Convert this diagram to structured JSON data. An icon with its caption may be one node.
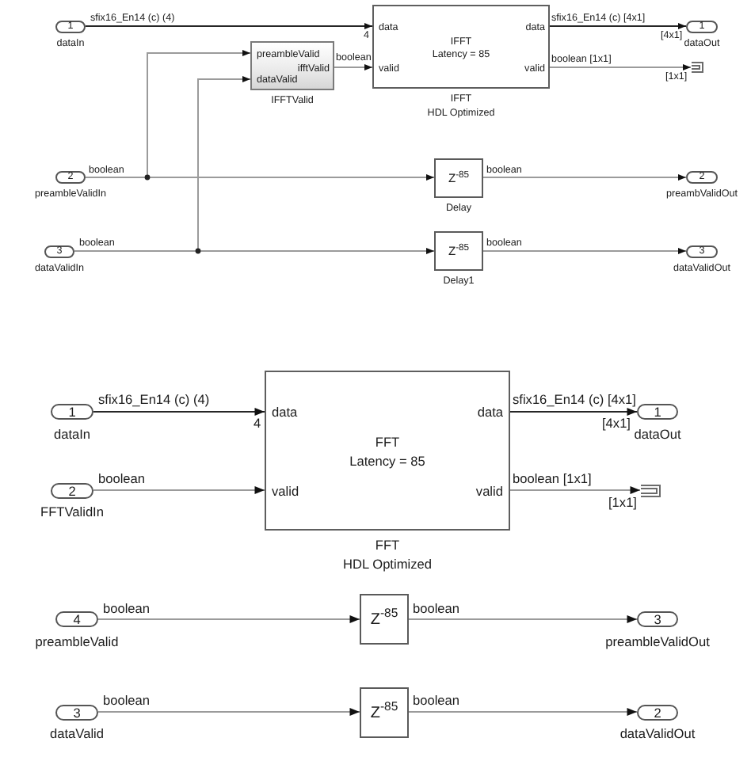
{
  "diagram": {
    "nodes": [
      {
        "text": [
          "1"
        ],
        "beside": [
          "dataIn"
        ]
      },
      {
        "text": [
          "2"
        ],
        "beside": [
          "preambleValidIn"
        ]
      },
      {
        "text": [
          "3"
        ],
        "beside": [
          "dataValidIn"
        ]
      },
      {
        "text": [
          "preambleValid",
          "dataValid",
          "ifftValid"
        ],
        "beside": [
          "IFFTValid"
        ]
      },
      {
        "text": [
          "data",
          "valid",
          "IFFT",
          "Latency = 85",
          "data",
          "valid"
        ],
        "beside": [
          "IFFT",
          "HDL Optimized"
        ]
      },
      {
        "text": [
          "Z$^{-85}$"
        ],
        "beside": [
          "Delay"
        ]
      },
      {
        "text": [
          "Z$^{-85}$"
        ],
        "beside": [
          "Delay1"
        ]
      },
      {
        "text": [
          "1"
        ],
        "beside": [
          "dataOut"
        ]
      },
      {
        "text": [],
        "shape": "bracket"
      },
      {
        "text": [
          "2"
        ],
        "beside": [
          "preambValidOut"
        ]
      },
      {
        "text": [
          "3"
        ],
        "beside": [
          "dataValidOut"
        ]
      },
      {
        "text": [
          "1"
        ],
        "beside": [
          "dataIn"
        ]
      },
      {
        "text": [
          "2"
        ],
        "beside": [
          "FFTValidIn"
        ]
      },
      {
        "text": [
          "data",
          "valid",
          "FFT",
          "Latency = 85",
          "data",
          "valid"
        ],
        "beside": [
          "FFT",
          "HDL Optimized"
        ]
      },
      {
        "text": [
          "1"
        ],
        "beside": [
          "dataOut"
        ]
      },
      {
        "text": [],
        "shape": "bracket"
      },
      {
        "text": [
          "4"
        ],
        "beside": [
          "preambleValid"
        ]
      },
      {
        "text": [
          "Z$^{-85}$"
        ]
      },
      {
        "text": [
          "3"
        ],
        "beside": [
          "preambleValidOut"
        ]
      },
      {
        "text": [
          "3"
        ],
        "beside": [
          "dataValid"
        ]
      },
      {
        "text": [
          "Z$^{-85}$"
        ]
      },
      {
        "text": [
          "2"
        ],
        "beside": [
          "dataValidOut"
        ]
      }
    ],
    "edges": [
      {
        "from": 0,
        "to": 4,
        "arrow": "to",
        "label": "sfix16_En14 (c) (4)",
        "color": "#262626"
      },
      {
        "from": 1,
        "to": 3,
        "arrow": "to"
      },
      {
        "from": 2,
        "to": 3,
        "arrow": "to"
      },
      {
        "from": 3,
        "to": 4,
        "arrow": "to",
        "label": "boolean"
      },
      {
        "from": 1,
        "to": 5,
        "arrow": "to",
        "label": "boolean"
      },
      {
        "from": 2,
        "to": 6,
        "arrow": "to",
        "label": "boolean"
      },
      {
        "from": 4,
        "to": 7,
        "arrow": "to",
        "label": "sfix16_En14 (c) [4x1]",
        "color": "#262626"
      },
      {
        "from": 4,
        "to": 8,
        "arrow": "to",
        "label": "boolean [1x1]"
      },
      {
        "from": 5,
        "to": 9,
        "arrow": "to",
        "label": "boolean"
      },
      {
        "from": 6,
        "to": 10,
        "arrow": "to",
        "label": "boolean"
      },
      {
        "from": 11,
        "to": 13,
        "arrow": "to",
        "label": "sfix16_En14 (c) (4)",
        "color": "#262626"
      },
      {
        "from": 12,
        "to": 13,
        "arrow": "to",
        "label": "boolean"
      },
      {
        "from": 13,
        "to": 14,
        "arrow": "to",
        "label": "sfix16_En14 (c) [4x1]",
        "color": "#262626"
      },
      {
        "from": 13,
        "to": 15,
        "arrow": "to",
        "label": "boolean [1x1]"
      },
      {
        "from": 16,
        "to": 17,
        "arrow": "to",
        "label": "boolean"
      },
      {
        "from": 17,
        "to": 18,
        "arrow": "to",
        "label": "boolean"
      },
      {
        "from": 19,
        "to": 20,
        "arrow": "to",
        "label": "boolean"
      },
      {
        "from": 20,
        "to": 21,
        "arrow": "to",
        "label": "boolean"
      }
    ],
    "labels": [
      "4",
      "[4x1]",
      "[1x1]",
      "4",
      "[4x1]",
      "[1x1]"
    ]
  }
}
